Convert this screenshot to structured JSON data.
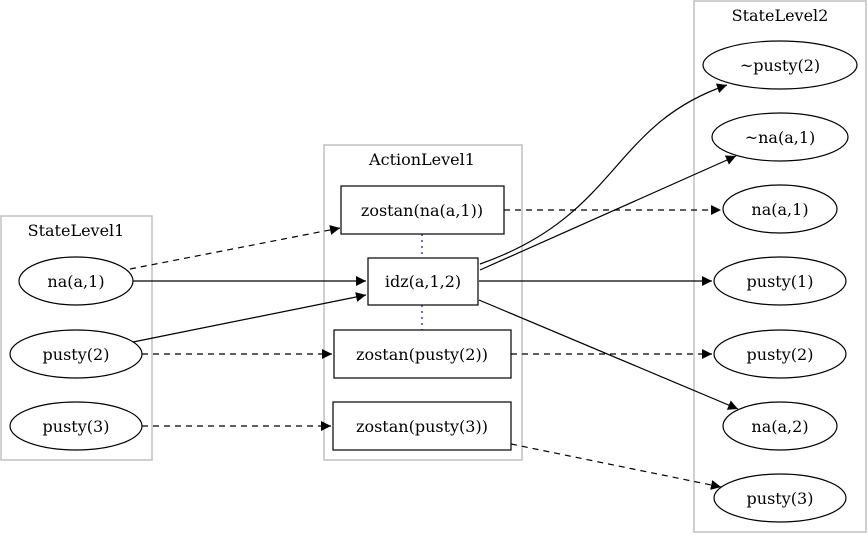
{
  "clusters": {
    "state1": {
      "label": "StateLevel1"
    },
    "action1": {
      "label": "ActionLevel1"
    },
    "state2": {
      "label": "StateLevel2"
    }
  },
  "nodes": {
    "s1_na_a1": "na(a,1)",
    "s1_pusty2": "pusty(2)",
    "s1_pusty3": "pusty(3)",
    "a_zostan_na": "zostan(na(a,1))",
    "a_idz": "idz(a,1,2)",
    "a_zostan_p2": "zostan(pusty(2))",
    "a_zostan_p3": "zostan(pusty(3))",
    "s2_not_pusty2": "~pusty(2)",
    "s2_not_na_a1": "~na(a,1)",
    "s2_na_a1": "na(a,1)",
    "s2_pusty1": "pusty(1)",
    "s2_pusty2": "pusty(2)",
    "s2_na_a2": "na(a,2)",
    "s2_pusty3": "pusty(3)"
  },
  "edges": [
    {
      "from": "s1_na_a1",
      "to": "a_zostan_na",
      "style": "dashed"
    },
    {
      "from": "s1_na_a1",
      "to": "a_idz",
      "style": "solid"
    },
    {
      "from": "s1_pusty2",
      "to": "a_idz",
      "style": "solid"
    },
    {
      "from": "s1_pusty2",
      "to": "a_zostan_p2",
      "style": "dashed"
    },
    {
      "from": "s1_pusty3",
      "to": "a_zostan_p3",
      "style": "dashed"
    },
    {
      "from": "a_zostan_na",
      "to": "s2_na_a1",
      "style": "dashed"
    },
    {
      "from": "a_idz",
      "to": "s2_not_pusty2",
      "style": "solid"
    },
    {
      "from": "a_idz",
      "to": "s2_not_na_a1",
      "style": "solid"
    },
    {
      "from": "a_idz",
      "to": "s2_pusty1",
      "style": "solid"
    },
    {
      "from": "a_idz",
      "to": "s2_na_a2",
      "style": "solid"
    },
    {
      "from": "a_zostan_p2",
      "to": "s2_pusty2",
      "style": "dashed"
    },
    {
      "from": "a_zostan_p3",
      "to": "s2_pusty3",
      "style": "dashed"
    },
    {
      "from": "a_zostan_na",
      "to": "a_idz",
      "style": "mutex"
    },
    {
      "from": "a_idz",
      "to": "a_zostan_p2",
      "style": "mutex"
    }
  ]
}
